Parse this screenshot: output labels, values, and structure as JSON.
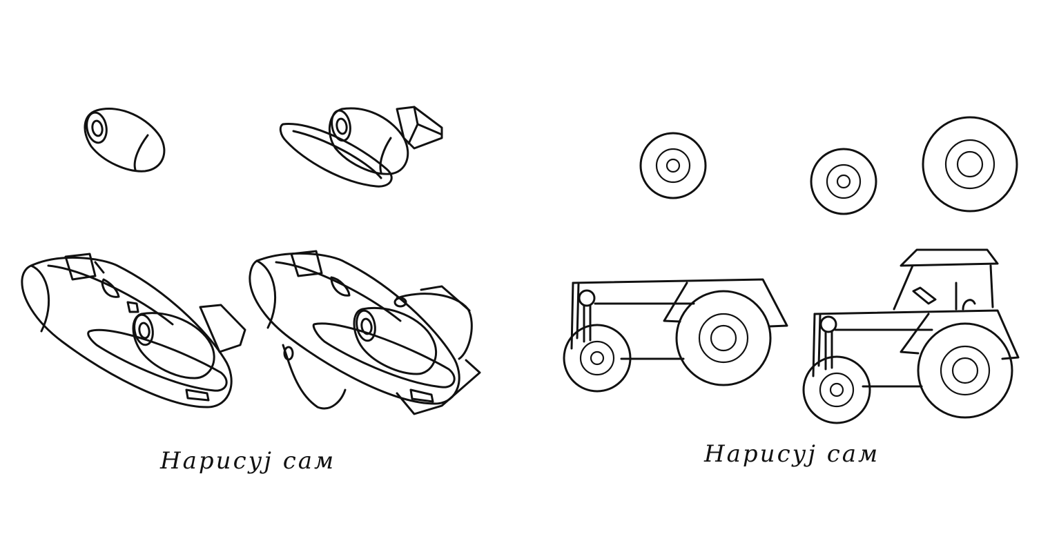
{
  "captions": {
    "left": "Нарисуј сам",
    "right": "Нарисуј сам"
  },
  "colors": {
    "background": "#ffffff",
    "ink": "#111111"
  },
  "panels": [
    {
      "subject": "airplane",
      "steps": 4
    },
    {
      "subject": "tractor",
      "steps": 5
    }
  ]
}
